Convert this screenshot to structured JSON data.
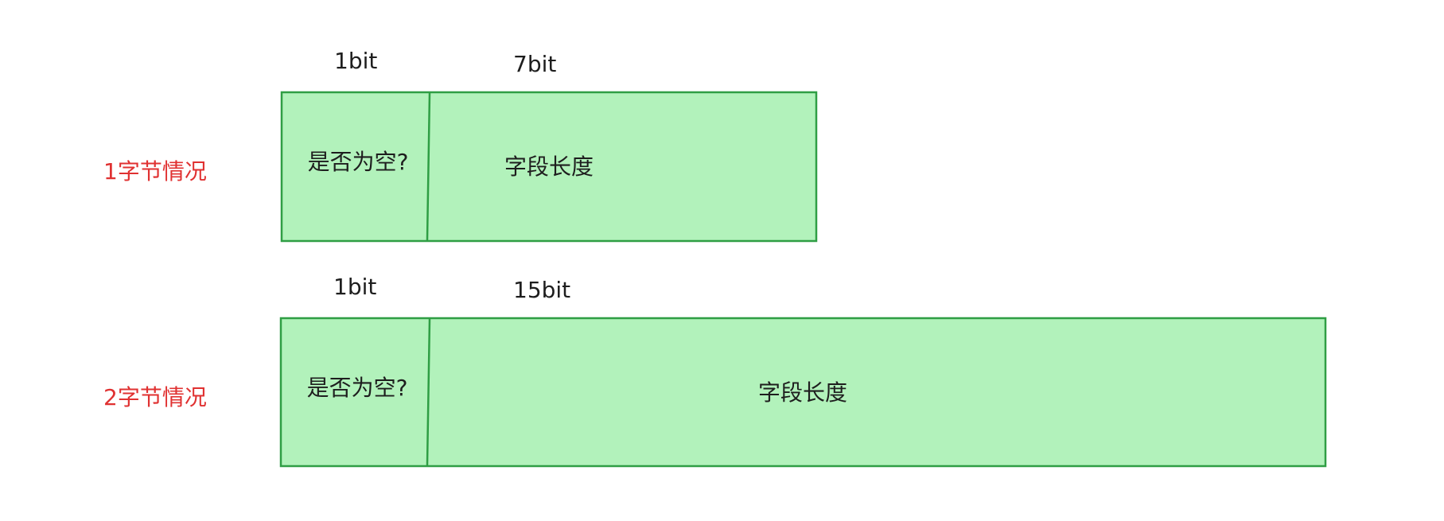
{
  "rows": [
    {
      "row_label": "1字节情况",
      "bit_labels": {
        "flag": "1bit",
        "length": "7bit"
      },
      "flag_cell": "是否为空?",
      "length_cell": "字段长度"
    },
    {
      "row_label": "2字节情况",
      "bit_labels": {
        "flag": "1bit",
        "length": "15bit"
      },
      "flag_cell": "是否为空?",
      "length_cell": "字段长度"
    }
  ],
  "colors": {
    "fill": "#b2f2bb",
    "stroke": "#2f9e44",
    "row_label": "#e03131",
    "text": "#1e1e1e"
  }
}
